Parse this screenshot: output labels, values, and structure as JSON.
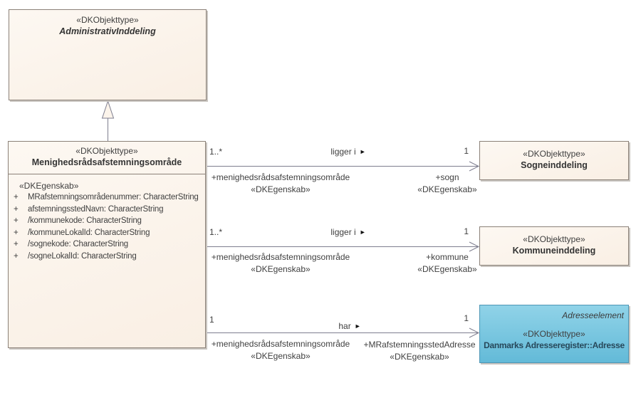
{
  "classes": {
    "administrativ_inddeling": {
      "stereotype": "«DKObjekttype»",
      "name": "AdministrativInddeling"
    },
    "menighedsraads_afstemningsomraade": {
      "stereotype": "«DKObjekttype»",
      "name": "Menighedsrådsafstemningsområde",
      "attribute_stereotype": "«DKEgenskab»",
      "attributes": [
        {
          "vis": "+",
          "text": "MRafstemningsområdenummer: CharacterString"
        },
        {
          "vis": "+",
          "text": "afstemningsstedNavn: CharacterString"
        },
        {
          "vis": "+",
          "text": "/kommunekode: CharacterString"
        },
        {
          "vis": "+",
          "text": "/kommuneLokalId: CharacterString"
        },
        {
          "vis": "+",
          "text": "/sognekode: CharacterString"
        },
        {
          "vis": "+",
          "text": "/sogneLokalId: CharacterString"
        }
      ]
    },
    "sogneinddeling": {
      "stereotype": "«DKObjekttype»",
      "name": "Sogneinddeling"
    },
    "kommuneinddeling": {
      "stereotype": "«DKObjekttype»",
      "name": "Kommuneinddeling"
    },
    "adresse": {
      "tagline": "Adresseelement",
      "stereotype": "«DKObjekttype»",
      "name": "Danmarks Adresseregister::Adresse"
    }
  },
  "associations": [
    {
      "name": "ligger i",
      "direction_glyph": "►",
      "source_multiplicity": "1..*",
      "target_multiplicity": "1",
      "source_role": "+menighedsrådsafstemningsområde",
      "source_role_stereotype": "«DKEgenskab»",
      "target_role": "+sogn",
      "target_role_stereotype": "«DKEgenskab»"
    },
    {
      "name": "ligger i",
      "direction_glyph": "►",
      "source_multiplicity": "1..*",
      "target_multiplicity": "1",
      "source_role": "+menighedsrådsafstemningsområde",
      "source_role_stereotype": "«DKEgenskab»",
      "target_role": "+kommune",
      "target_role_stereotype": "«DKEgenskab»"
    },
    {
      "name": "har",
      "direction_glyph": "►",
      "source_multiplicity": "1",
      "target_multiplicity": "1",
      "source_role": "+menighedsrådsafstemningsområde",
      "source_role_stereotype": "«DKEgenskab»",
      "target_role": "+MRafstemningsstedAdresse",
      "target_role_stereotype": "«DKEgenskab»"
    }
  ],
  "colors": {
    "class_fill_top": "#FDF8F2",
    "class_fill_bottom": "#F9EFE4",
    "class_border": "#8B8178",
    "external_fill_top": "#90D3E8",
    "external_fill_bottom": "#63BAD8",
    "external_border": "#4E96B5",
    "connector": "#7E7E8F",
    "text": "#3F3F3F"
  }
}
